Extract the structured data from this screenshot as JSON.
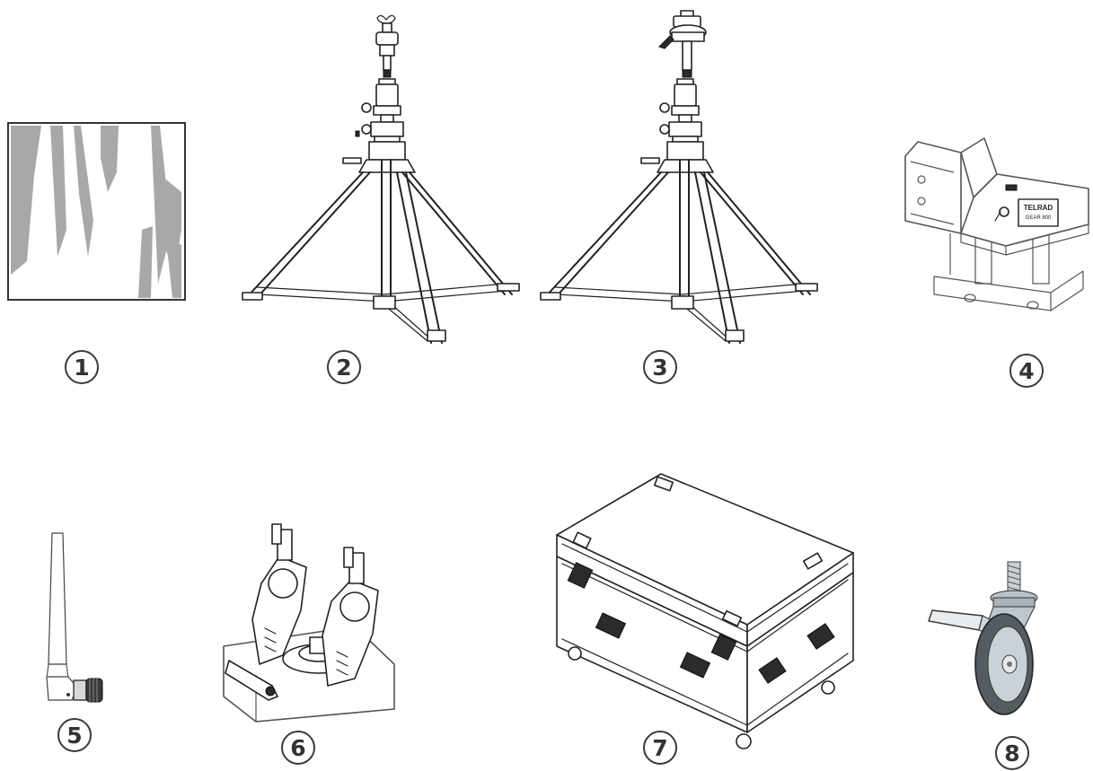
{
  "items": [
    {
      "number": "1",
      "icon": "fabric-sample-icon"
    },
    {
      "number": "2",
      "icon": "tripod-stand-with-wingnut-adapter-icon"
    },
    {
      "number": "3",
      "icon": "tripod-stand-with-clamp-adapter-icon"
    },
    {
      "number": "4",
      "icon": "control-box-with-base-icon"
    },
    {
      "number": "5",
      "icon": "antenna-icon"
    },
    {
      "number": "6",
      "icon": "double-clamp-bracket-icon"
    },
    {
      "number": "7",
      "icon": "flight-case-icon"
    },
    {
      "number": "8",
      "icon": "caster-wheel-with-brake-icon"
    }
  ],
  "device_label": {
    "brand": "TELRAD",
    "model": "GEAR 800"
  },
  "colors": {
    "stroke": "#222222",
    "number_circle": "#3a3a3a",
    "fabric_gray": "#a8a8ab",
    "background": "#ffffff"
  }
}
